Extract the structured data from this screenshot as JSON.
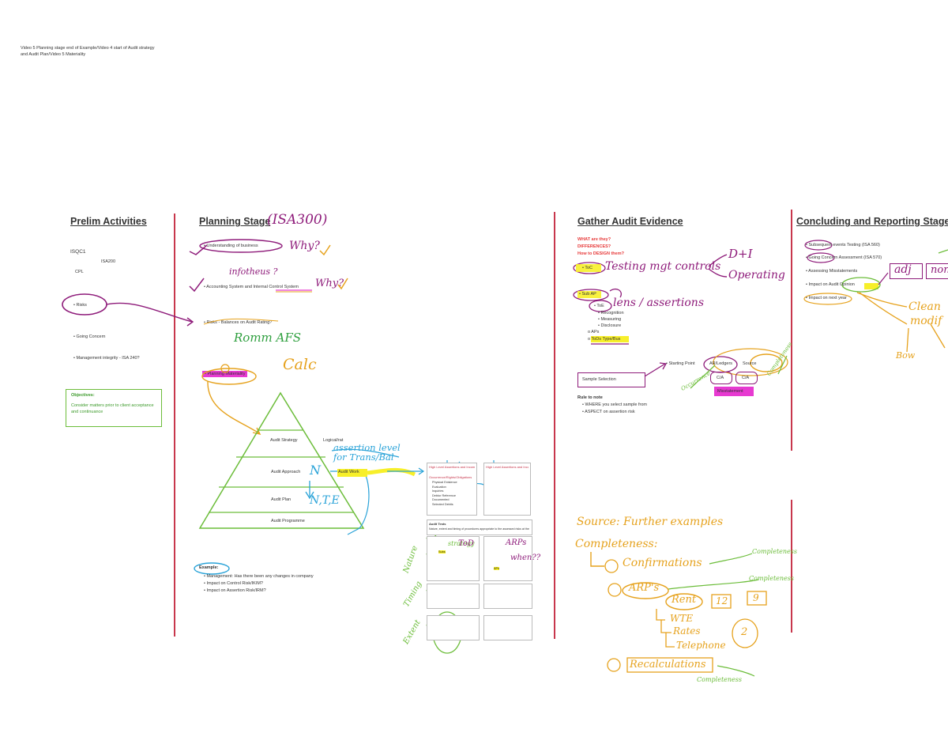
{
  "header": {
    "line1": "Video 5 Planning stage end of Example/Video 4 start of Audit strategy",
    "line2": "and Audit Plan/Video 5 Materiality"
  },
  "columns": {
    "prelim": {
      "title": "Prelim Activities",
      "isqc": "ISQC1",
      "isa": "ISA200",
      "cpl": "CPL",
      "risks": "Risks",
      "going_concern": "Going Concern",
      "mgmt": "Management integrity - ISA 240?",
      "objectives_title": "Objectives:",
      "objectives_text": "Consider matters prior to client acceptance and continuance"
    },
    "planning": {
      "title": "Planning Stage",
      "isa_hand": "(ISA300)",
      "b1": "Understanding of business",
      "b2": "Accounting System and Internal Control System",
      "b3": "Risks - Balances on Audit Rating?",
      "b4": "Planning Materiality",
      "why1": "Why?",
      "why2": "Why?",
      "infos": "infotheus ?",
      "romm": "Romm AFS",
      "calc": "Calc",
      "pyramid": {
        "l1": "Audit Strategy",
        "logical": "Logical/rat",
        "l2": "Audit Approach",
        "l3": "Audit Plan",
        "l4": "Audit Programme",
        "audit_work": "Audit Work"
      },
      "assertion_hand": "assertion level for Trans/Bal",
      "n_hand": "N",
      "ntie_hand": "N,T,E",
      "examples_title": "Example:",
      "ex1": "Management: Has there been any changes in company",
      "ex2": "Impact on Control Risk/IKIM?",
      "ex3": "Impact on Assertion Risk/IRM?"
    },
    "gather": {
      "title": "Gather Audit Evidence",
      "q1": "WHAT are they?",
      "q2": "DIFFERENCES?",
      "q3": "How to DESIGN them?",
      "toc": "ToC",
      "testing": "Testing mgt controls",
      "di": "D+I",
      "operating": "Operating",
      "sub": "Sub AP",
      "lens": "lens / assertions",
      "toe": "ToE",
      "r1": "Recognition",
      "r2": "Measuring",
      "r3": "Disclosure",
      "aps": "APs",
      "tods": "ToDs Type/Bus",
      "sample_box": "Sample Selection",
      "starting_point": "Starting Point",
      "arr_a": "AR/Ledgers",
      "arr_b": "Source",
      "ca1": "C/A",
      "ca2": "C/A",
      "misstatement": "Misstatement",
      "rule_title": "Rule to note",
      "rule1": "WHERE you select sample from",
      "rule2": "ASPECT on assertion risk",
      "occurrence": "Occurrence",
      "completeness_hand": "Completeness",
      "source_hand": "Source: Further examples",
      "completeness": "Completeness:",
      "c1": "Confirmations",
      "c2": "ARP's",
      "rent": "Rent",
      "n12": "12",
      "n9": "9",
      "wte": "WTE",
      "rates": "Rates",
      "telephone": "Telephone",
      "two": "2",
      "c3": "Recalculations",
      "c_note1": "Completeness",
      "c_note2": "Completeness",
      "c_note3": "Completeness"
    },
    "concluding": {
      "title": "Concluding and Reporting Stage",
      "i1": "Subsequent events Testing (ISA 560)",
      "i2": "Going Concern Assessment (ISA 570)",
      "i3": "Assessing Misstatements",
      "i4": "Impact on Audit Opinion",
      "i5": "Impact on next year",
      "adj": "adj",
      "non": "non",
      "clean": "Clean",
      "modif": "modif",
      "bow": "Bow"
    }
  },
  "cards": {
    "c1_title": "High Level Assertions and Income",
    "c2_title": "High Level Assertions and Income",
    "c1_sub": "Occurrence/Rights/Obligations",
    "c1_items": [
      "Physical Existence",
      "Evaluation",
      "Inquiries",
      "Debtor Reference",
      "Documented",
      "Selected Debits"
    ],
    "card3_title": "Audit Tests",
    "card3_text": "Nature, extent and timing of procedures appropriate to the assessed risks at the assertion level",
    "nature": "Nature",
    "timing": "Timing",
    "extent": "Extent",
    "tod": "ToD",
    "arps": "ARPs",
    "when": "when??",
    "strategy": "strategy",
    "subs": "Subs",
    "aps_card": "APs"
  },
  "colors": {
    "divider": "#c8374c",
    "purple": "#8e1b7a",
    "orange": "#e6a21d",
    "green": "#6cbd3a",
    "blue": "#2aa3d8",
    "magenta": "#e73ad1",
    "yellow": "#f7ef2a"
  }
}
